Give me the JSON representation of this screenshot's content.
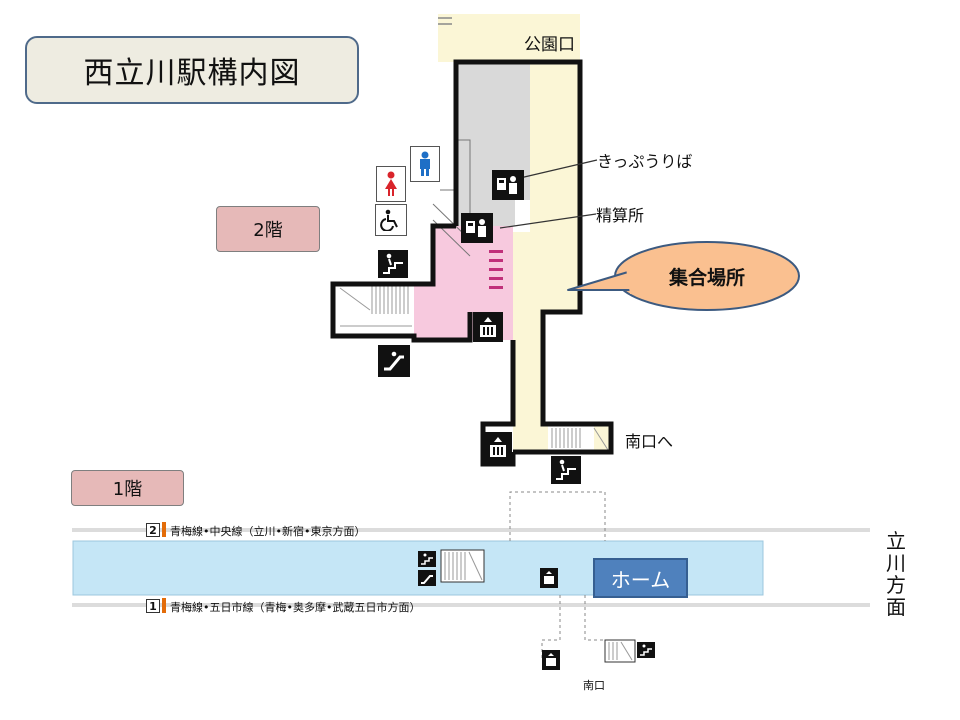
{
  "title": "西立川駅構内図",
  "floors": {
    "upper": "2階",
    "lower": "1階"
  },
  "labels": {
    "park_exit": "公園口",
    "ticket_machines": "きっぷうりば",
    "fare_adjustment": "精算所",
    "meeting_point": "集合場所",
    "to_south_exit": "南口へ",
    "south_exit": "南口",
    "platform": "ホーム",
    "direction": [
      "立",
      "川",
      "方",
      "面"
    ]
  },
  "tracks": [
    {
      "number": "2",
      "text": "青梅線•中央線（立川•新宿•東京方面）"
    },
    {
      "number": "1",
      "text": "青梅線•五日市線（青梅•奥多摩•武蔵五日市方面）"
    }
  ],
  "icons": {
    "female_restroom": "female-restroom-icon",
    "male_restroom": "male-restroom-icon",
    "accessible": "wheelchair-icon",
    "ticket_machine": "ticket-machine-icon",
    "fare_adjust": "fare-adjustment-icon",
    "stairs": "stairs-icon",
    "escalator": "escalator-icon",
    "elevator": "elevator-icon"
  },
  "colors": {
    "concourse": "#fbf6d6",
    "pink_area": "#f7c9de",
    "grey_area": "#d9d9d9",
    "platform": "#c5e6f6",
    "callout": "#fac090",
    "floor_tag": "#e6b9b8",
    "title_bg": "#eeece1",
    "home_box": "#4f81bd"
  }
}
